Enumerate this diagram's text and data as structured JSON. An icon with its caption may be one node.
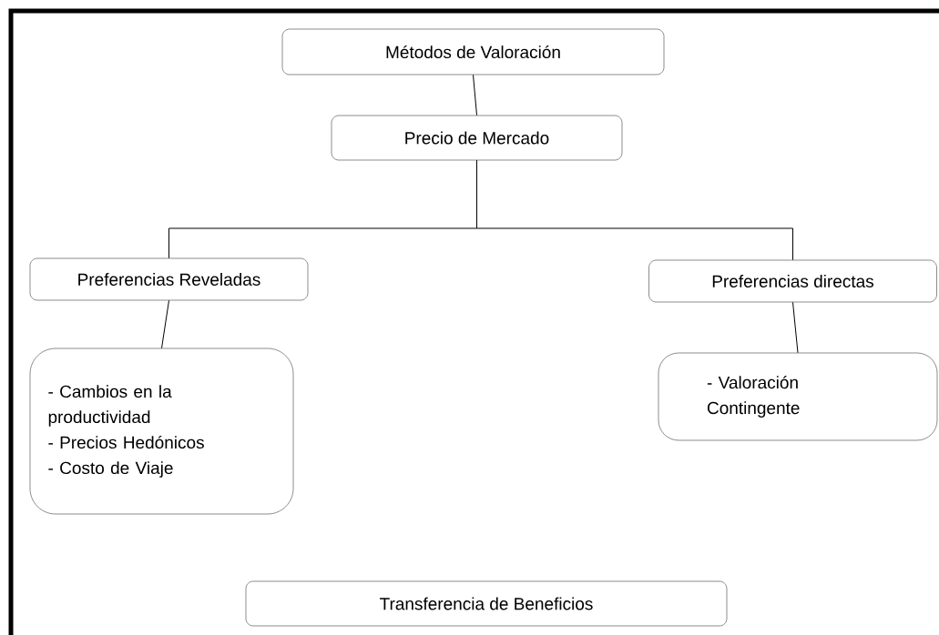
{
  "diagram": {
    "nodes": [
      {
        "text": [
          "Métodos de Valoración"
        ]
      },
      {
        "text": [
          "Precio de Mercado"
        ]
      },
      {
        "text": [
          "Preferencias Reveladas"
        ]
      },
      {
        "text": [
          "Preferencias directas"
        ]
      },
      {
        "text": [
          "- Cambios en la productividad",
          "- Precios Hedónicos",
          "- Costo de Viaje"
        ]
      },
      {
        "text": [
          "- Valoración Contingente"
        ]
      },
      {
        "text": [
          "Transferencia de Beneficios"
        ]
      }
    ],
    "edges": [
      {
        "from": 0,
        "to": 1,
        "arrow": "none"
      },
      {
        "from": 1,
        "to": 2,
        "arrow": "none"
      },
      {
        "from": 1,
        "to": 3,
        "arrow": "none"
      },
      {
        "from": 2,
        "to": 4,
        "arrow": "none"
      },
      {
        "from": 3,
        "to": 5,
        "arrow": "none"
      }
    ]
  }
}
